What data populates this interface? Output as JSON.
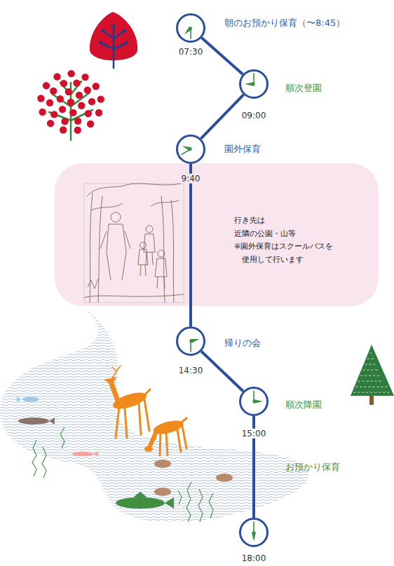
{
  "diagram": {
    "nodes": [
      {
        "text": [
          "07:30",
          "朝のお預かり保育（〜8:45）"
        ]
      },
      {
        "text": [
          "09:00",
          "順次登園"
        ]
      },
      {
        "text": [
          "9:40",
          "園外保育"
        ]
      },
      {
        "text": [
          "行き先は",
          "近隣の公園・山等",
          "※園外保育はスクールバスを 使用して行います"
        ]
      },
      {
        "text": [
          "14:30",
          "帰りの会"
        ]
      },
      {
        "text": [
          "15:00",
          "順次降園"
        ]
      },
      {
        "text": [
          "18:00"
        ]
      }
    ],
    "edges": [
      {
        "from": 0,
        "to": 1,
        "arrow": "none"
      },
      {
        "from": 1,
        "to": 2,
        "arrow": "none"
      },
      {
        "from": 2,
        "to": 4,
        "arrow": "none"
      },
      {
        "from": 4,
        "to": 5,
        "arrow": "none"
      },
      {
        "from": 5,
        "to": 6,
        "label": "お預かり保育",
        "arrow": "none"
      }
    ]
  }
}
